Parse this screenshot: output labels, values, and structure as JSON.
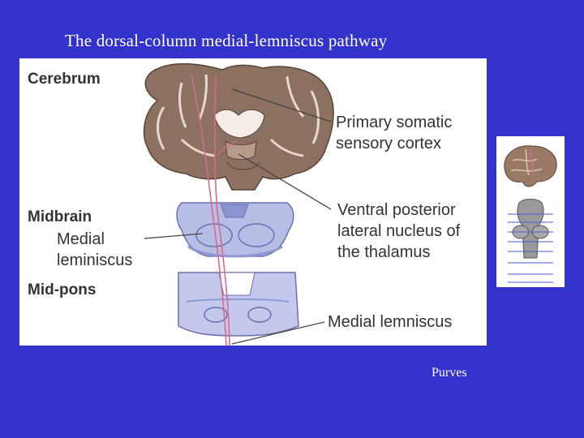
{
  "slide": {
    "title": "The dorsal-column medial-lemniscus pathway",
    "credit": "Purves"
  },
  "figure": {
    "labels": {
      "cerebrum": "Cerebrum",
      "primary_cortex_l1": "Primary somatic",
      "primary_cortex_l2": "sensory cortex",
      "midbrain": "Midbrain",
      "medial_leminiscus_l1": "Medial",
      "medial_leminiscus_l2": "leminiscus",
      "vpl_l1": "Ventral posterior",
      "vpl_l2": "lateral nucleus of",
      "vpl_l3": "the thalamus",
      "midpons": "Mid-pons",
      "medial_lemniscus": "Medial lemniscus"
    },
    "colors": {
      "background": "#3333cc",
      "panel": "#ffffff",
      "brain_tissue": "#8c7060",
      "brainstem_section": "#b8bde6",
      "pathway": "#d86a8a",
      "label_text": "#333333"
    }
  }
}
